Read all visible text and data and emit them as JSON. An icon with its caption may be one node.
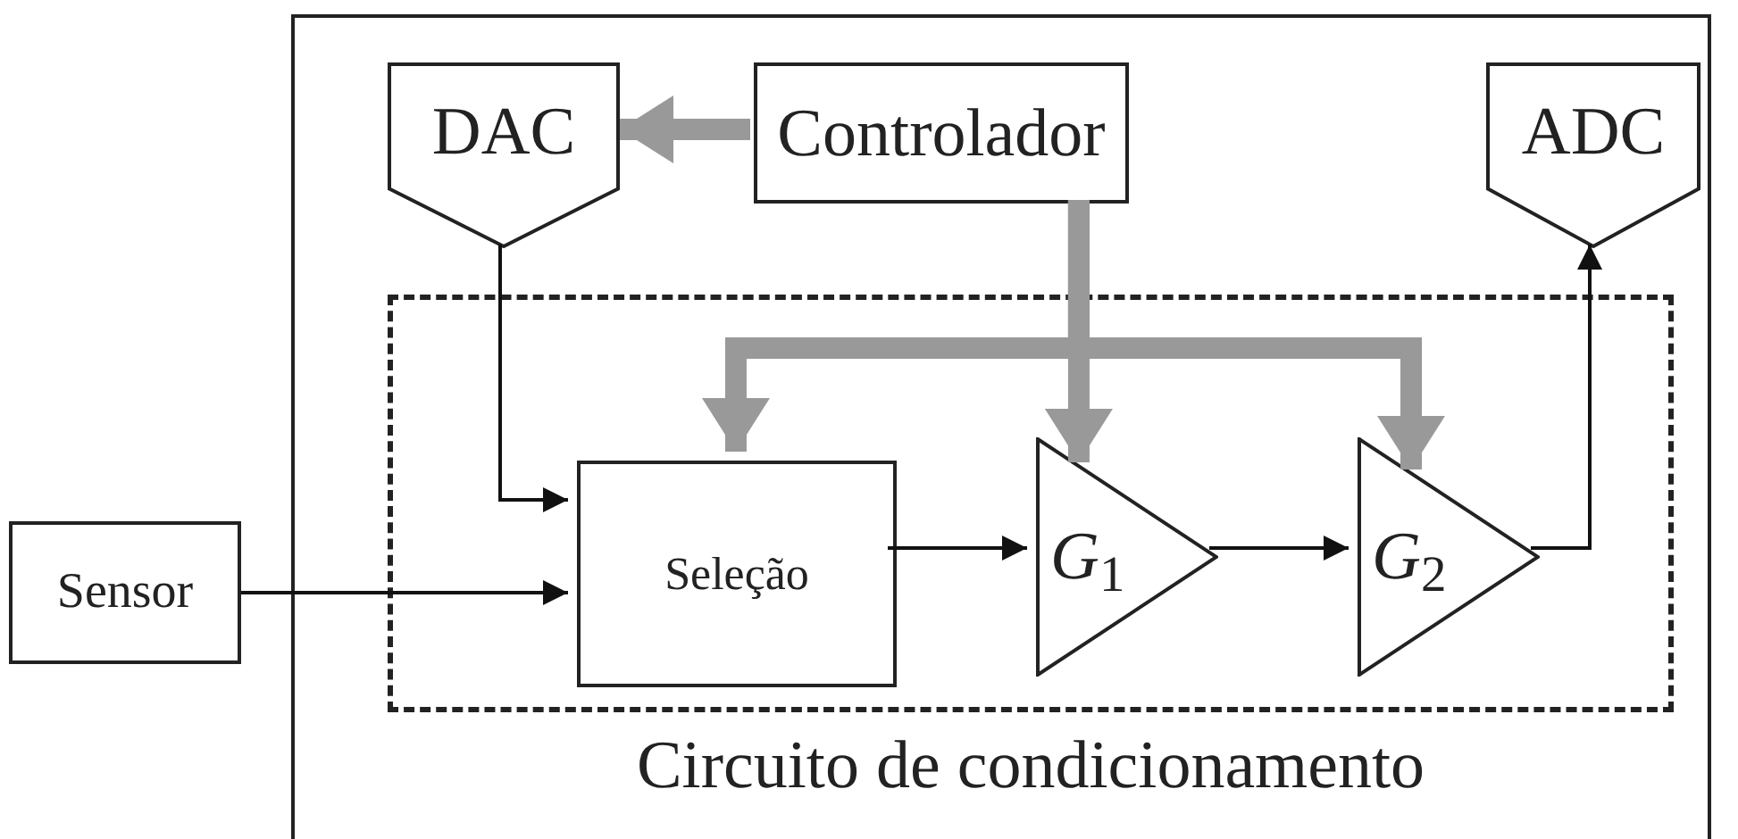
{
  "diagram": {
    "nodes": [
      {
        "text": [],
        "shape": "box"
      },
      {
        "text": [
          "DAC"
        ],
        "in": 0
      },
      {
        "text": [
          "Controlador"
        ],
        "in": 0
      },
      {
        "text": [
          "ADC"
        ],
        "in": 0
      },
      {
        "text": [],
        "shape": "box",
        "in": 0,
        "beside": [
          "Circuito de condicionamento"
        ]
      },
      {
        "text": [
          "Seleção"
        ],
        "in": 4
      },
      {
        "text": [
          "*G*$_{1}$"
        ],
        "in": 4
      },
      {
        "text": [
          "*G*$_{2}$"
        ],
        "in": 4
      },
      {
        "text": [
          "Sensor"
        ]
      }
    ],
    "edges": [
      {
        "from": 2,
        "to": 1,
        "arrow": "to",
        "style": "thick",
        "color": "#999999"
      },
      {
        "from": 2,
        "to": 5,
        "arrow": "to",
        "style": "thick",
        "color": "#999999"
      },
      {
        "from": 2,
        "to": 6,
        "arrow": "to",
        "style": "thick",
        "color": "#999999"
      },
      {
        "from": 2,
        "to": 7,
        "arrow": "to",
        "style": "thick",
        "color": "#999999"
      },
      {
        "from": 1,
        "to": 5,
        "arrow": "to"
      },
      {
        "from": 8,
        "to": 5,
        "arrow": "to"
      },
      {
        "from": 5,
        "to": 6,
        "arrow": "to"
      },
      {
        "from": 6,
        "to": 7,
        "arrow": "to"
      },
      {
        "from": 7,
        "to": 3,
        "arrow": "to"
      }
    ]
  }
}
